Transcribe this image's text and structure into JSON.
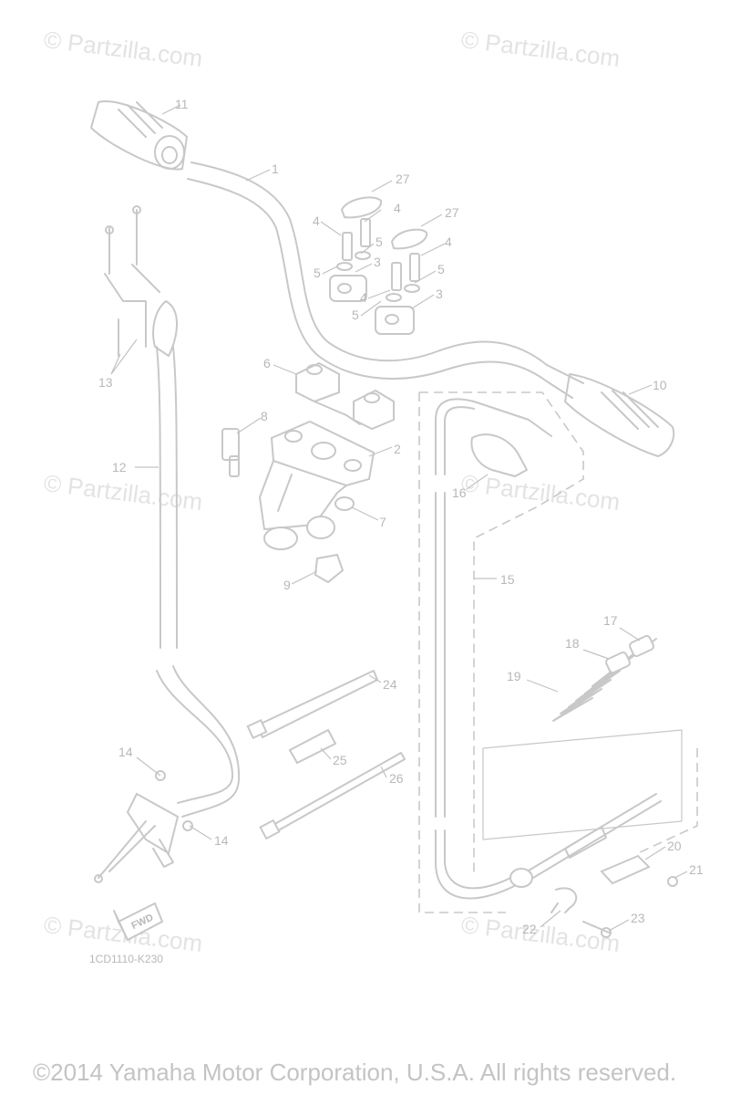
{
  "watermarks": [
    "© Partzilla.com",
    "© Partzilla.com",
    "© Partzilla.com",
    "© Partzilla.com",
    "© Partzilla.com",
    "© Partzilla.com"
  ],
  "callouts": [
    "1",
    "2",
    "3",
    "3",
    "4",
    "4",
    "4",
    "4",
    "5",
    "5",
    "5",
    "5",
    "6",
    "7",
    "8",
    "9",
    "10",
    "11",
    "12",
    "13",
    "14",
    "14",
    "15",
    "16",
    "17",
    "18",
    "19",
    "20",
    "21",
    "22",
    "23",
    "24",
    "25",
    "26",
    "27",
    "27"
  ],
  "fwd_label": "FWD",
  "diagram_code": "1CD1110-K230",
  "copyright": "©2014  Yamaha Motor Corporation, U.S.A. All rights reserved.",
  "colors": {
    "line": "#c8c8c8",
    "text": "#b8b8b8",
    "watermark": "#e3e3e3"
  }
}
